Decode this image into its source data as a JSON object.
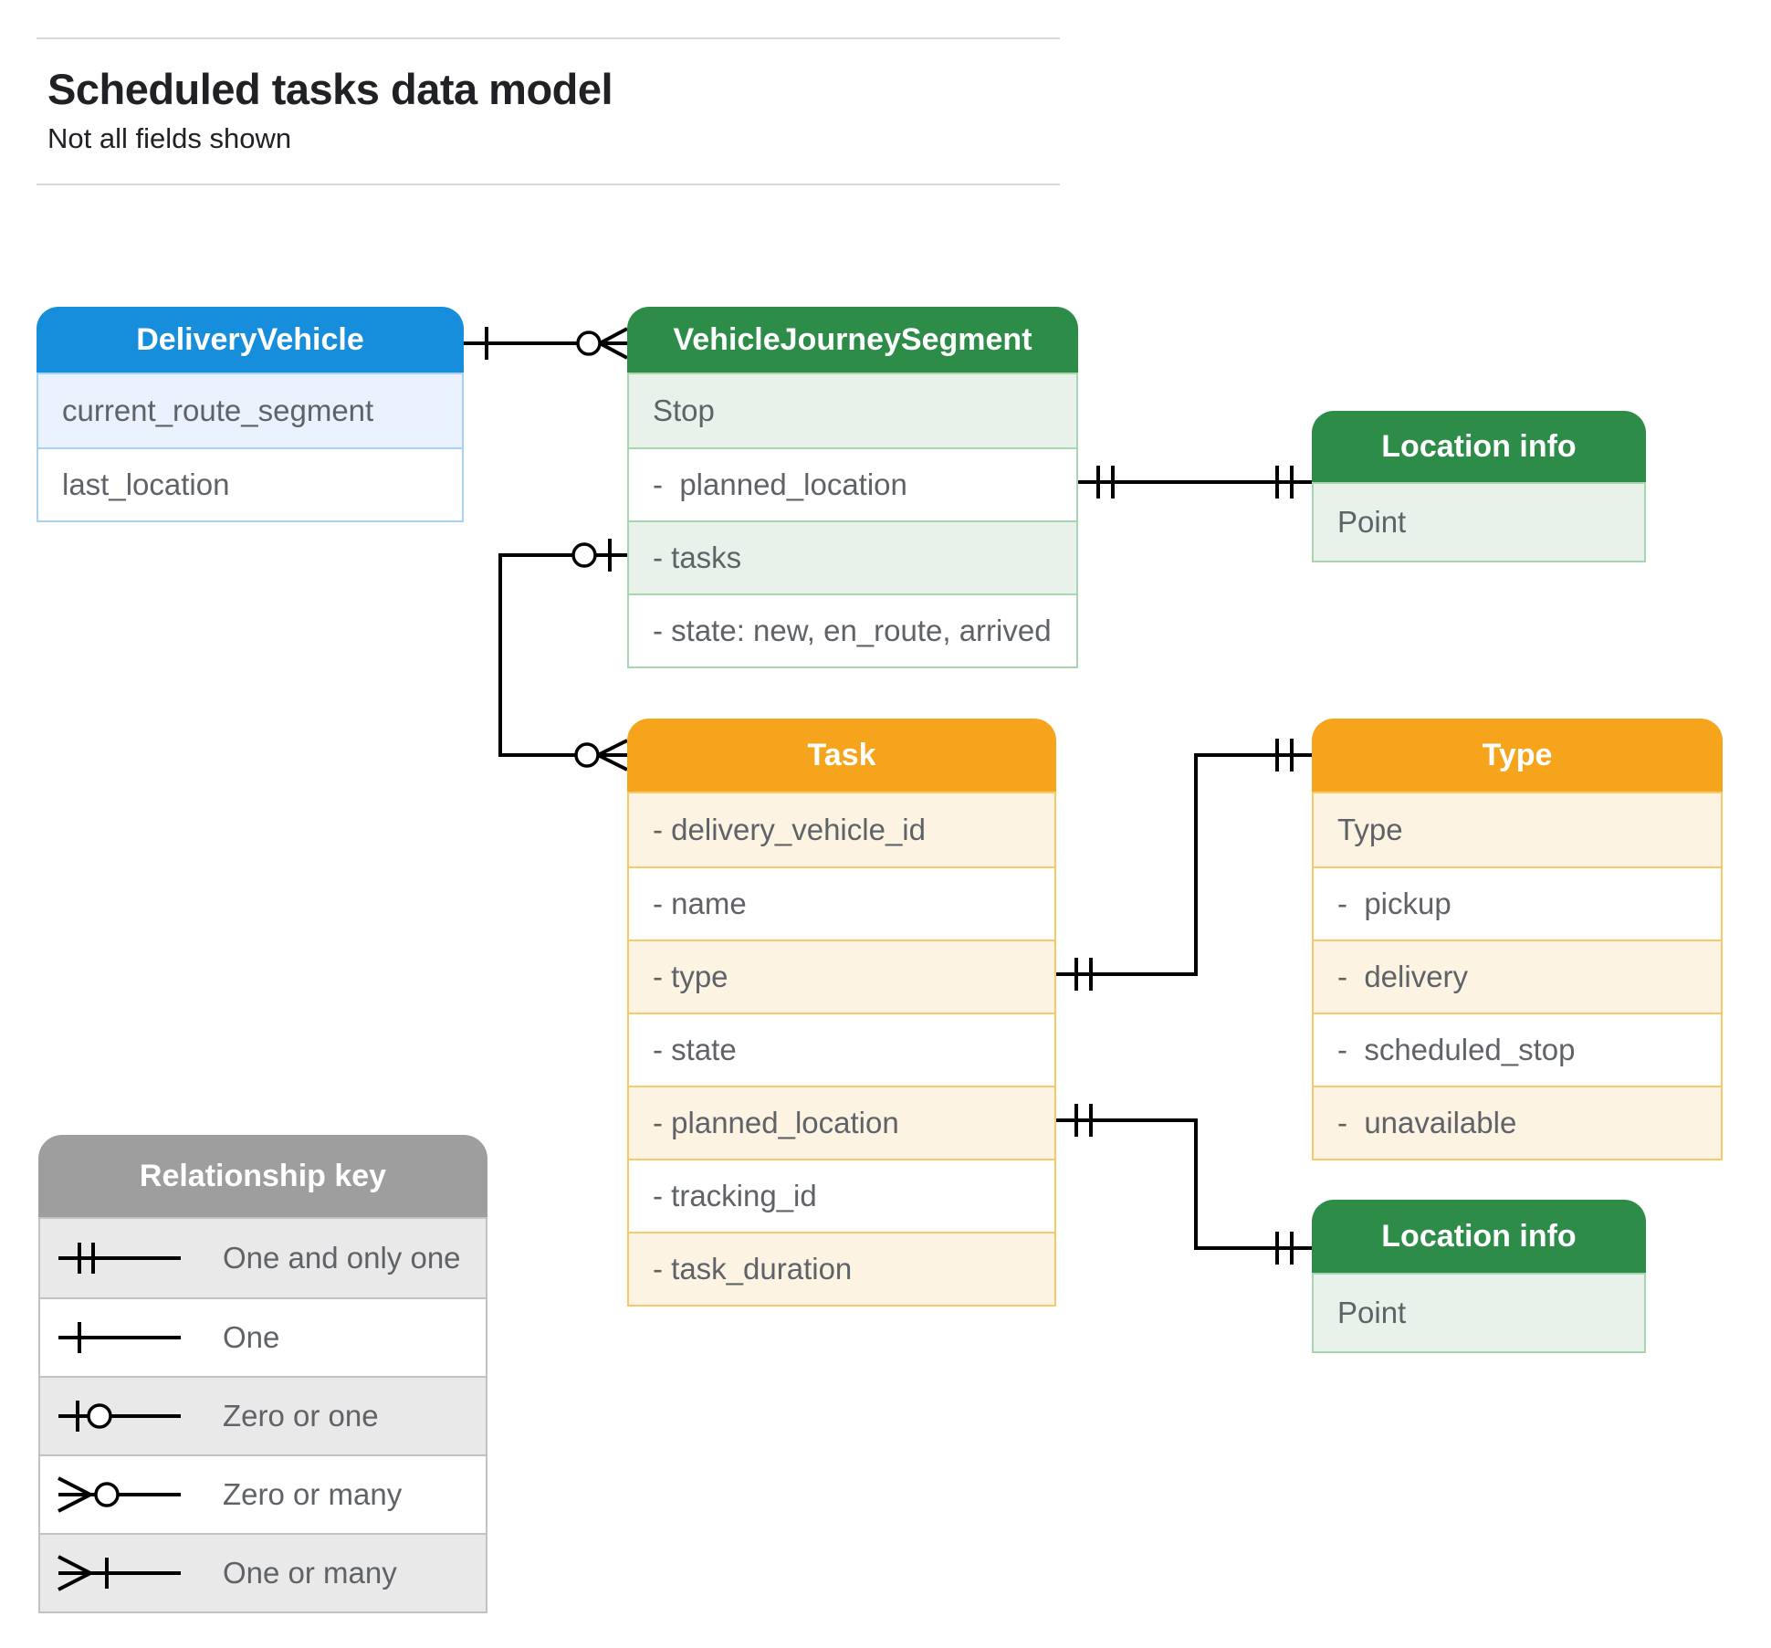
{
  "page": {
    "title": "Scheduled tasks data model",
    "subtitle": "Not all fields shown"
  },
  "colors": {
    "blue_header": "#168edb",
    "blue_row": "#e8f1fc",
    "blue_border": "#a8d1f0",
    "green_header": "#2e8c49",
    "green_row": "#e8f2ea",
    "green_border": "#a9d4b0",
    "orange_header": "#f7a41d",
    "orange_row": "#fdf3e2",
    "orange_border": "#fbc868",
    "gray_header": "#9e9e9e",
    "gray_row": "#e9e9e9",
    "gray_border": "#c2c2c2",
    "row_text": "#5f6368",
    "title_text": "#202124",
    "connector": "#000000"
  },
  "entities": {
    "delivery_vehicle": {
      "title": "DeliveryVehicle",
      "rows": [
        "current_route_segment",
        "last_location"
      ]
    },
    "vehicle_journey_segment": {
      "title": "VehicleJourneySegment",
      "rows": [
        "Stop",
        "-  planned_location",
        "- tasks",
        "- state: new, en_route, arrived"
      ]
    },
    "location_info_top": {
      "title": "Location info",
      "rows": [
        "Point"
      ]
    },
    "task": {
      "title": "Task",
      "rows": [
        "- delivery_vehicle_id",
        "- name",
        "- type",
        "- state",
        "- planned_location",
        "- tracking_id",
        "- task_duration"
      ]
    },
    "type": {
      "title": "Type",
      "rows": [
        "Type",
        "-  pickup",
        "-  delivery",
        "-  scheduled_stop",
        "-  unavailable"
      ]
    },
    "location_info_bottom": {
      "title": "Location info",
      "rows": [
        "Point"
      ]
    }
  },
  "relationships": [
    {
      "from": "DeliveryVehicle",
      "from_cardinality": "one",
      "to": "VehicleJourneySegment",
      "to_cardinality": "zero or many"
    },
    {
      "from": "VehicleJourneySegment.tasks",
      "from_cardinality": "zero or one",
      "to": "Task",
      "to_cardinality": "zero or many"
    },
    {
      "from": "VehicleJourneySegment.planned_location",
      "from_cardinality": "one and only one",
      "to": "Location info",
      "to_cardinality": "one and only one"
    },
    {
      "from": "Task.type",
      "from_cardinality": "one and only one",
      "to": "Type",
      "to_cardinality": "one and only one"
    },
    {
      "from": "Task.planned_location",
      "from_cardinality": "one and only one",
      "to": "Location info",
      "to_cardinality": "one and only one"
    }
  ],
  "legend": {
    "title": "Relationship key",
    "items": [
      "One and only one",
      "One",
      "Zero or one",
      "Zero or many",
      "One or many"
    ]
  }
}
